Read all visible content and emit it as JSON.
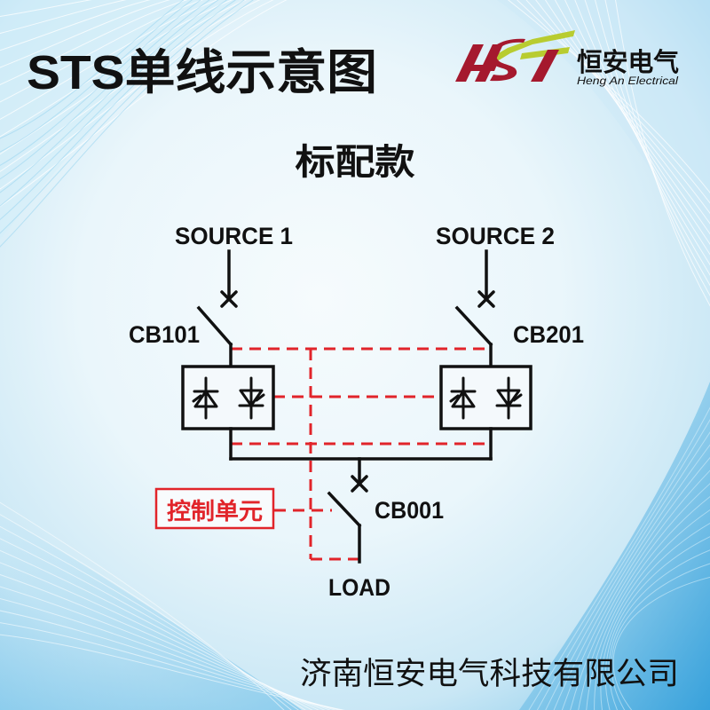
{
  "header": {
    "title": "STS单线示意图",
    "logo": {
      "name_cn": "恒安电气",
      "name_en": "Heng An Electrical"
    }
  },
  "subtitle": "标配款",
  "diagram": {
    "source_1": "SOURCE 1",
    "source_2": "SOURCE 2",
    "breaker_source_1": "CB101",
    "breaker_source_2": "CB201",
    "breaker_output": "CB001",
    "control_unit": "控制单元",
    "load": "LOAD"
  },
  "footer": {
    "company": "济南恒安电气科技有限公司"
  },
  "colors": {
    "line": "#111111",
    "control_red": "#e1242a",
    "logo_red": "#a5192e",
    "logo_green": "#b8cc30",
    "background_light": "#f6fbfd",
    "background_blue": "#4fb1e3"
  }
}
